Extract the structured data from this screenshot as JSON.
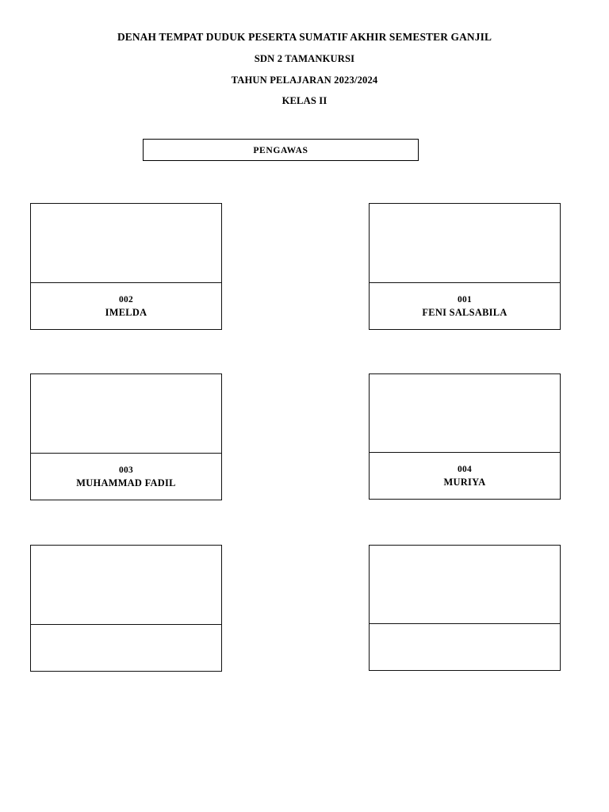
{
  "document": {
    "title_lines": [
      "DENAH TEMPAT DUDUK PESERTA SUMATIF AKHIR SEMESTER GANJIL",
      "SDN 2 TAMANKURSI",
      "TAHUN PELAJARAN 2023/2024",
      "KELAS II"
    ],
    "proctor_box_label": "PENGAWAS",
    "colors": {
      "page_background": "#ffffff",
      "text": "#000000",
      "border": "#111111"
    }
  },
  "seats": [
    {
      "position": "row1-left",
      "number": "002",
      "name": "IMELDA"
    },
    {
      "position": "row1-right",
      "number": "001",
      "name": "FENI SALSABILA"
    },
    {
      "position": "row2-left",
      "number": "003",
      "name": "MUHAMMAD FADIL"
    },
    {
      "position": "row2-right",
      "number": "004",
      "name": "MURIYA"
    },
    {
      "position": "row3-left",
      "number": "",
      "name": ""
    },
    {
      "position": "row3-right",
      "number": "",
      "name": ""
    }
  ]
}
